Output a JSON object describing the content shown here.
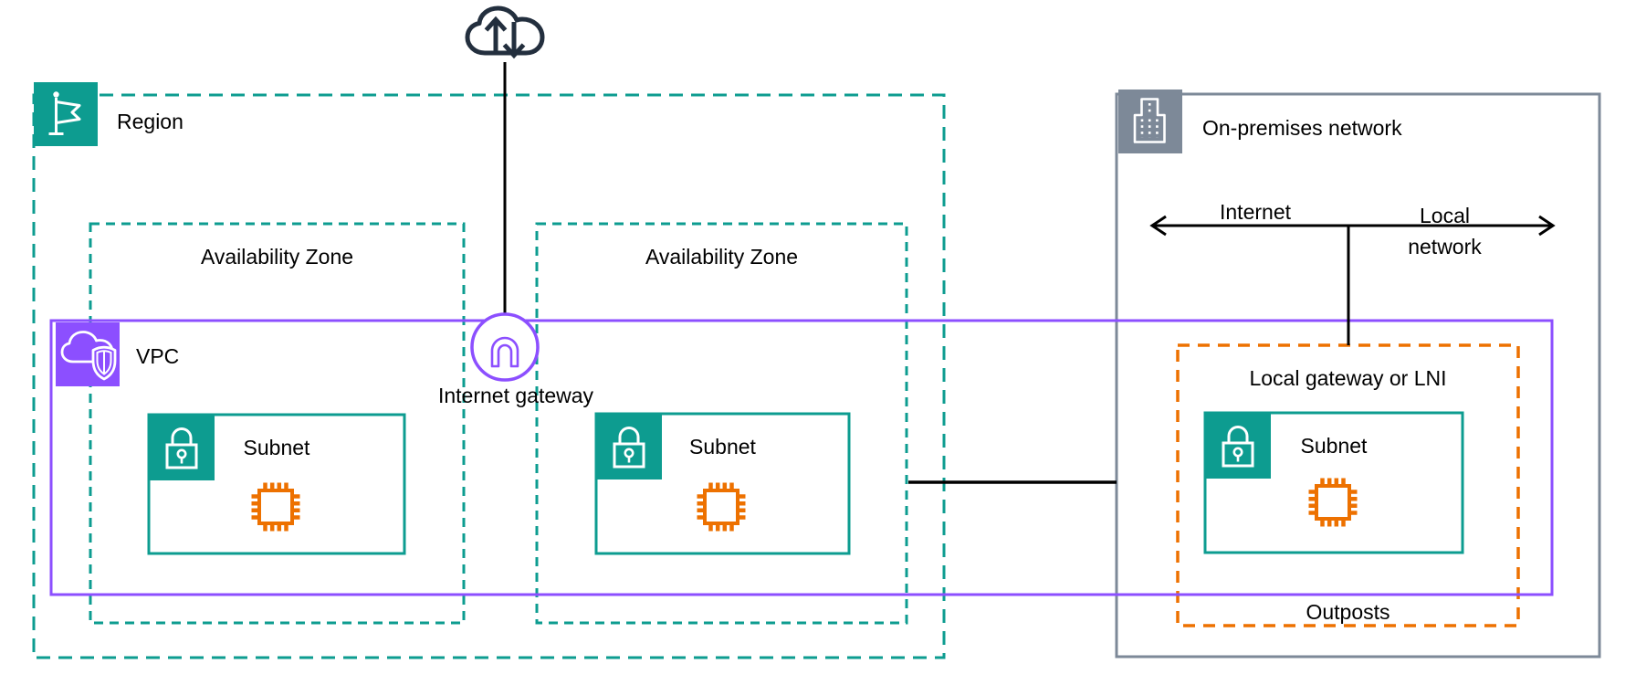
{
  "colors": {
    "teal": "#0D9C90",
    "purple": "#8C4FFF",
    "orange": "#ED7100",
    "gray": "#7D8998",
    "ink": "#232F3E",
    "text": "#000000"
  },
  "icons": {
    "internet": "cloud-with-up-down-arrows",
    "region": "flag",
    "vpc": "cloud-with-shield",
    "internet_gateway": "arch-in-circle",
    "subnet": "padlock",
    "compute": "chip",
    "on_premises": "building"
  },
  "groups": {
    "region": {
      "label": "Region"
    },
    "availability_zone_1": {
      "label": "Availability Zone"
    },
    "availability_zone_2": {
      "label": "Availability Zone"
    },
    "vpc": {
      "label": "VPC"
    },
    "on_premises": {
      "label": "On-premises network"
    },
    "outposts": {
      "label": "Outposts",
      "header": "Local gateway or LNI"
    }
  },
  "nodes": {
    "internet_gateway": {
      "label": "Internet gateway"
    },
    "subnet_1": {
      "label": "Subnet"
    },
    "subnet_2": {
      "label": "Subnet"
    },
    "subnet_3": {
      "label": "Subnet"
    }
  },
  "annotations": {
    "internet": "Internet",
    "local_network_line1": "Local",
    "local_network_line2": "network"
  }
}
